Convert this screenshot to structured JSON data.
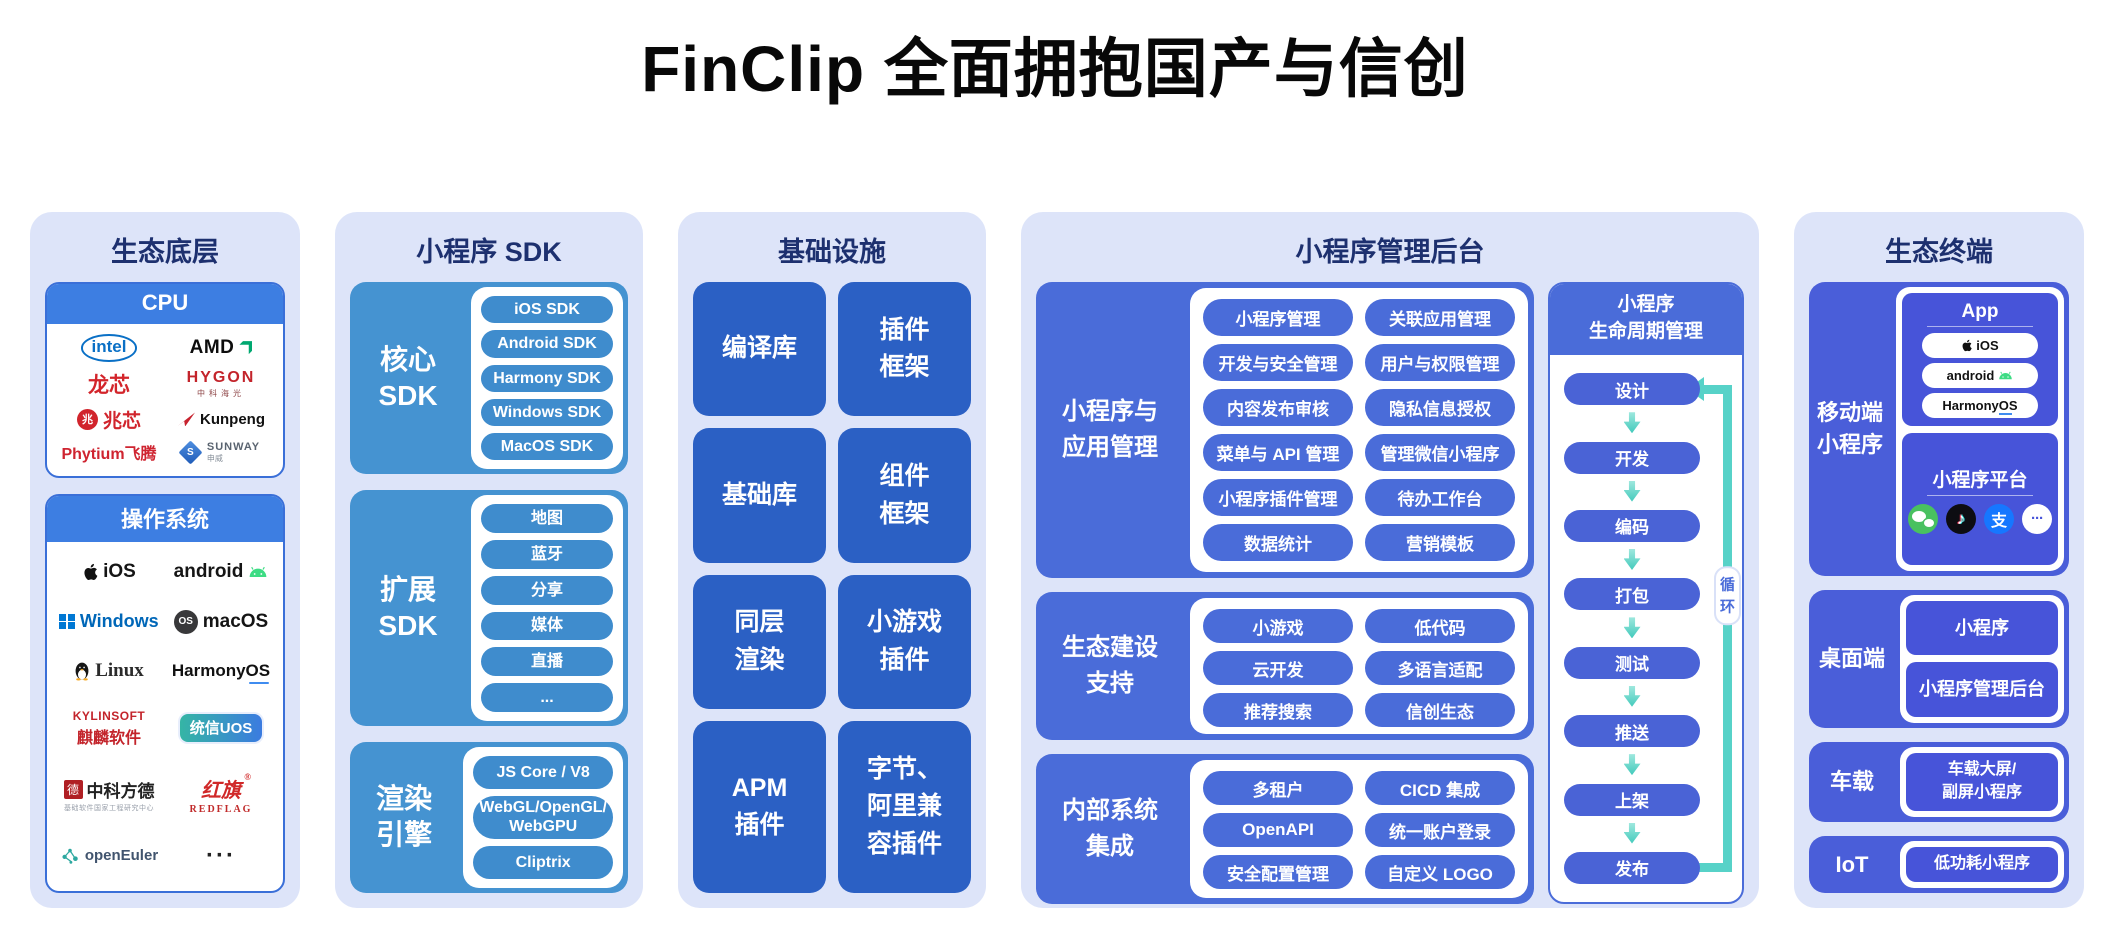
{
  "title": "FinClip 全面拥抱国产与信创",
  "eco_base": {
    "title": "生态底层",
    "cpu": {
      "header": "CPU",
      "vendors": [
        {
          "name": "intel"
        },
        {
          "name": "AMD"
        },
        {
          "name": "龙芯"
        },
        {
          "name": "HYGON",
          "sub": "中科海光"
        },
        {
          "name": "兆芯"
        },
        {
          "name": "Kunpeng"
        },
        {
          "name": "Phytium飞腾"
        },
        {
          "name": "SUNWAY",
          "sub": "申威"
        }
      ]
    },
    "os": {
      "header": "操作系统",
      "vendors": [
        {
          "name": "iOS"
        },
        {
          "name": "android"
        },
        {
          "name": "Windows"
        },
        {
          "name": "macOS"
        },
        {
          "name": "Linux"
        },
        {
          "name": "HarmonyOS"
        },
        {
          "name": "KYLINSOFT",
          "sub": "麒麟软件"
        },
        {
          "name": "统信UOS"
        },
        {
          "name": "中科方德",
          "sub": "基础软件国家工程研究中心"
        },
        {
          "name": "红旗",
          "sub": "REDFLAG"
        },
        {
          "name": "openEuler"
        },
        {
          "name": "···"
        }
      ]
    }
  },
  "sdk": {
    "title": "小程序 SDK",
    "groups": [
      {
        "label": "核心\nSDK",
        "items": [
          "iOS SDK",
          "Android SDK",
          "Harmony SDK",
          "Windows SDK",
          "MacOS SDK"
        ]
      },
      {
        "label": "扩展\nSDK",
        "items": [
          "地图",
          "蓝牙",
          "分享",
          "媒体",
          "直播",
          "..."
        ]
      },
      {
        "label": "渲染\n引擎",
        "items": [
          "JS Core / V8",
          "WebGL/OpenGL/\nWebGPU",
          "Cliptrix"
        ]
      }
    ]
  },
  "infra": {
    "title": "基础设施",
    "cells": [
      "编译库",
      "插件\n框架",
      "基础库",
      "组件\n框架",
      "同层\n渲染",
      "小游戏\n插件",
      "APM\n插件",
      "字节、\n阿里兼\n容插件"
    ]
  },
  "admin": {
    "title": "小程序管理后台",
    "groups": [
      {
        "label": "小程序与\n应用管理",
        "items": [
          "小程序管理",
          "关联应用管理",
          "开发与安全管理",
          "用户与权限管理",
          "内容发布审核",
          "隐私信息授权",
          "菜单与 API 管理",
          "管理微信小程序",
          "小程序插件管理",
          "待办工作台",
          "数据统计",
          "营销模板"
        ]
      },
      {
        "label": "生态建设\n支持",
        "items": [
          "小游戏",
          "低代码",
          "云开发",
          "多语言适配",
          "推荐搜索",
          "信创生态"
        ]
      },
      {
        "label": "内部系统\n集成",
        "items": [
          "多租户",
          "CICD 集成",
          "OpenAPI",
          "统一账户登录",
          "安全配置管理",
          "自定义 LOGO"
        ]
      }
    ],
    "lifecycle": {
      "header": "小程序\n生命周期管理",
      "steps": [
        "设计",
        "开发",
        "编码",
        "打包",
        "测试",
        "推送",
        "上架",
        "发布"
      ],
      "loop_label": "循环"
    }
  },
  "terminals": {
    "title": "生态终端",
    "mobile": {
      "label": "移动端\n小程序",
      "app_box": {
        "title": "App",
        "items": [
          "iOS",
          "android",
          "HarmonyOS"
        ]
      },
      "platform_box": {
        "title": "小程序平台",
        "icons": [
          "wechat",
          "douyin",
          "alipay",
          "more"
        ]
      }
    },
    "desktop": {
      "label": "桌面端",
      "items": [
        "小程序",
        "小程序管理后台"
      ]
    },
    "vehicle": {
      "label": "车载",
      "items": [
        "车载大屏/\n副屏小程序"
      ]
    },
    "iot": {
      "label": "IoT",
      "items": [
        "低功耗小程序"
      ]
    }
  },
  "colors": {
    "panel_bg": "#dde4f9",
    "panel_title": "#1d306f",
    "eco_header_blue": "#3d7ee2",
    "sdk_blue": "#4593d1",
    "infra_blue": "#2b60c4",
    "admin_blue": "#4a6cd9",
    "terminal_indigo": "#4754d9",
    "loop_teal": "#57d2c8"
  }
}
